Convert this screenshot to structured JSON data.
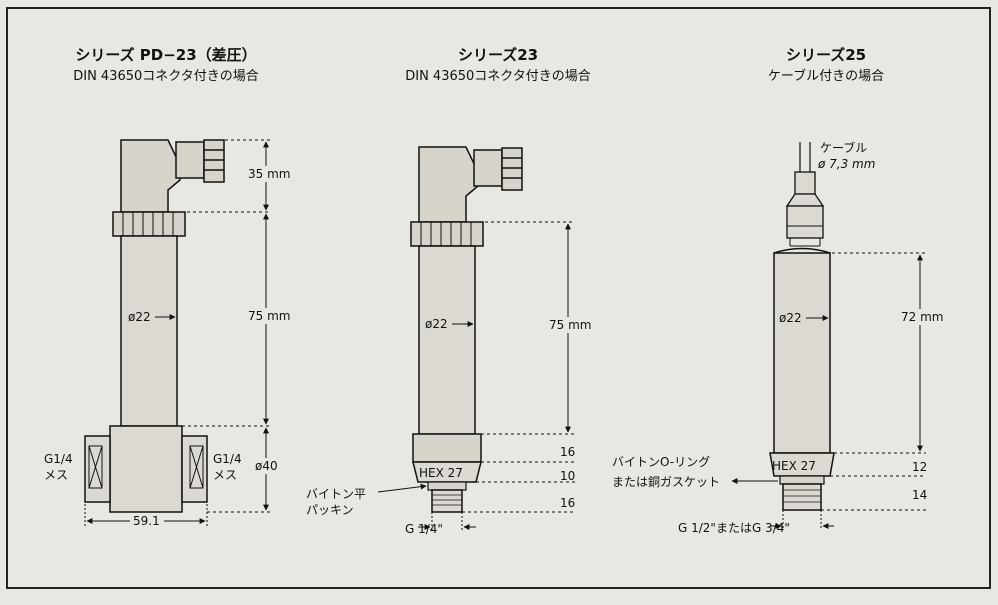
{
  "left": {
    "title": "シリーズ PD−23（差圧）",
    "subtitle": "DIN 43650コネクタ付きの場合",
    "dim_top": "35 mm",
    "dim_body": "75 mm",
    "dim_block": "ø40",
    "diameter": "ø22",
    "port_left_line1": "G1/4",
    "port_left_line2": "メス",
    "port_right_line1": "G1/4",
    "port_right_line2": "メス",
    "width": "59.1"
  },
  "middle": {
    "title": "シリーズ23",
    "subtitle": "DIN 43650コネクタ付きの場合",
    "dim_body": "75 mm",
    "diameter": "ø22",
    "hex": "HEX 27",
    "dim_a": "16",
    "dim_b": "10",
    "dim_c": "16",
    "gasket_line1": "バイトン平",
    "gasket_line2": "パッキン",
    "thread": "G 1/4\""
  },
  "right": {
    "title": "シリーズ25",
    "subtitle": "ケーブル付きの場合",
    "cable_label": "ケーブル",
    "cable_dia": "ø 7,3 mm",
    "diameter": "ø22",
    "dim_body": "72 mm",
    "hex": "HEX 27",
    "dim_a": "12",
    "dim_b": "14",
    "oring_line1": "バイトンO-リング",
    "oring_line2": "または銅ガスケット",
    "thread": "G 1/2\"またはG 3/4\""
  }
}
